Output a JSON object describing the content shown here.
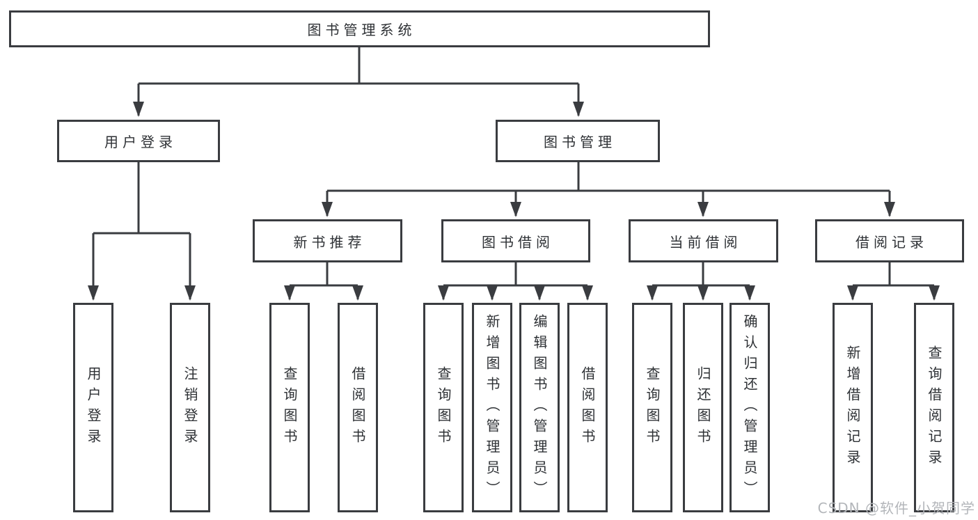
{
  "diagram": {
    "root": {
      "label": "图书管理系统"
    },
    "level1": [
      {
        "label": "用户登录"
      },
      {
        "label": "图书管理"
      }
    ],
    "level2": [
      {
        "label": "新书推荐"
      },
      {
        "label": "图书借阅"
      },
      {
        "label": "当前借阅"
      },
      {
        "label": "借阅记录"
      }
    ],
    "leaves": {
      "user_login_group": [
        {
          "label": "用户登录"
        },
        {
          "label": "注销登录"
        }
      ],
      "new_book_group": [
        {
          "label": "查询图书"
        },
        {
          "label": "借阅图书"
        }
      ],
      "borrow_group": [
        {
          "label": "查询图书"
        },
        {
          "label": "新增图书（管理员）"
        },
        {
          "label": "编辑图书（管理员）"
        },
        {
          "label": "借阅图书"
        }
      ],
      "current_group": [
        {
          "label": "查询图书"
        },
        {
          "label": "归还图书"
        },
        {
          "label": "确认归还（管理员）"
        }
      ],
      "record_group": [
        {
          "label": "新增借阅记录"
        },
        {
          "label": "查询借阅记录"
        }
      ]
    }
  },
  "watermark": {
    "text": "CSDN @软件_小贺同学"
  },
  "colors": {
    "line": "#3a3c40",
    "text": "#2e3135",
    "background": "#ffffff",
    "watermark": "#b3b6ba"
  }
}
